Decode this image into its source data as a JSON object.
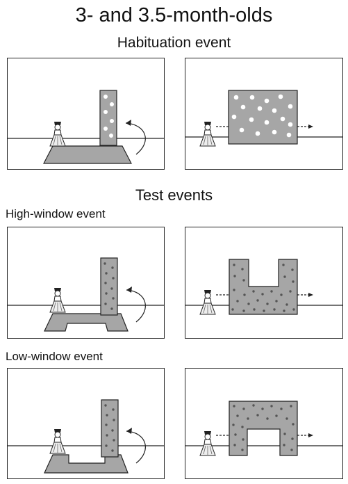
{
  "title": "3- and 3.5-month-olds",
  "habituation_label": "Habituation event",
  "test_label": "Test events",
  "high_window_label": "High-window event",
  "low_window_label": "Low-window event",
  "colors": {
    "screen_fill": "#a6a6a6",
    "stroke": "#222222",
    "dot": "#ffffff",
    "small_dot": "#555555"
  }
}
